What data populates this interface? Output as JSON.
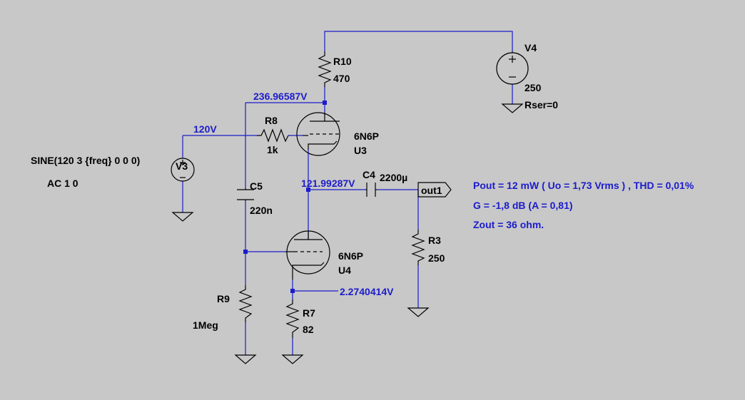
{
  "components": {
    "r10": {
      "name": "R10",
      "value": "470"
    },
    "v4": {
      "name": "V4",
      "value": "250",
      "extra": "Rser=0"
    },
    "r8": {
      "name": "R8",
      "value": "1k"
    },
    "u3": {
      "model": "6N6P",
      "name": "U3"
    },
    "v3": {
      "name": "V3",
      "spec": "SINE(120 3 {freq} 0 0 0)",
      "ac": "AC 1 0"
    },
    "c5": {
      "name": "C5",
      "value": "220n"
    },
    "c4": {
      "name": "C4",
      "value": "2200µ"
    },
    "u4": {
      "model": "6N6P",
      "name": "U4"
    },
    "r3": {
      "name": "R3",
      "value": "250"
    },
    "r9": {
      "name": "R9",
      "value": "1Meg"
    },
    "r7": {
      "name": "R7",
      "value": "82"
    }
  },
  "node_voltages": {
    "anode_u3": "236.96587V",
    "grid_u3": "120V",
    "output_mid": "121.99287V",
    "cathode_u4": "2.2740414V"
  },
  "port": {
    "label": "out1"
  },
  "results": {
    "line1": "Pout = 12 mW ( Uo = 1,73 Vrms ) , THD = 0,01%",
    "line2": "G = -1,8 dB (A = 0,81)",
    "line3": "Zout = 36 ohm."
  },
  "colors": {
    "background": "#c8c8c8",
    "wire": "#1c1ccc",
    "component": "#000000"
  }
}
